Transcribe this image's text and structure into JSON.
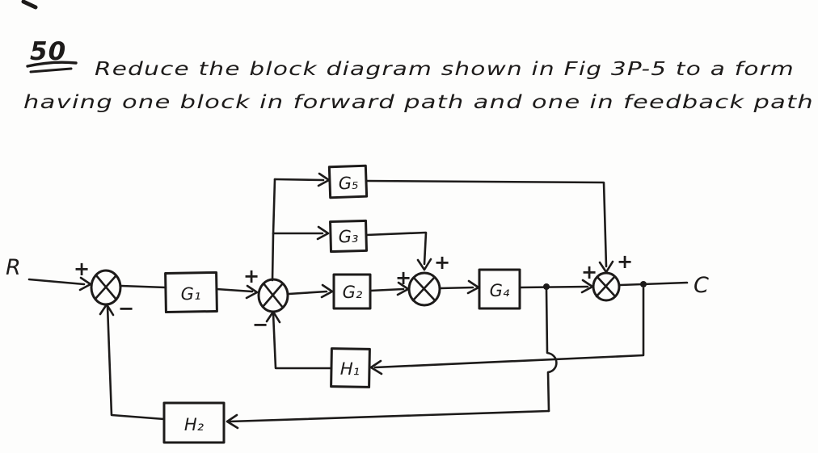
{
  "title": {
    "problem_number": "50",
    "line1": "Reduce the block diagram shown in Fig 3P-5 to a form",
    "line2": "having one block in forward path and one in feedback path"
  },
  "figure": {
    "input_label": "R",
    "output_label": "C",
    "blocks": {
      "g1": "G₁",
      "g2": "G₂",
      "g3": "G₃",
      "g4": "G₄",
      "g5": "G₅",
      "h1": "H₁",
      "h2": "H₂"
    },
    "junctions": {
      "sum1": {
        "left": "+",
        "bottom": "−"
      },
      "sum2": {
        "left": "+",
        "bottom": "−"
      },
      "sum3": {
        "left": "+",
        "top": "+"
      },
      "sum4": {
        "left": "+",
        "top": "+"
      }
    },
    "colors": {
      "ink": "#1d1b1a",
      "paper": "#fdfdfc"
    }
  }
}
